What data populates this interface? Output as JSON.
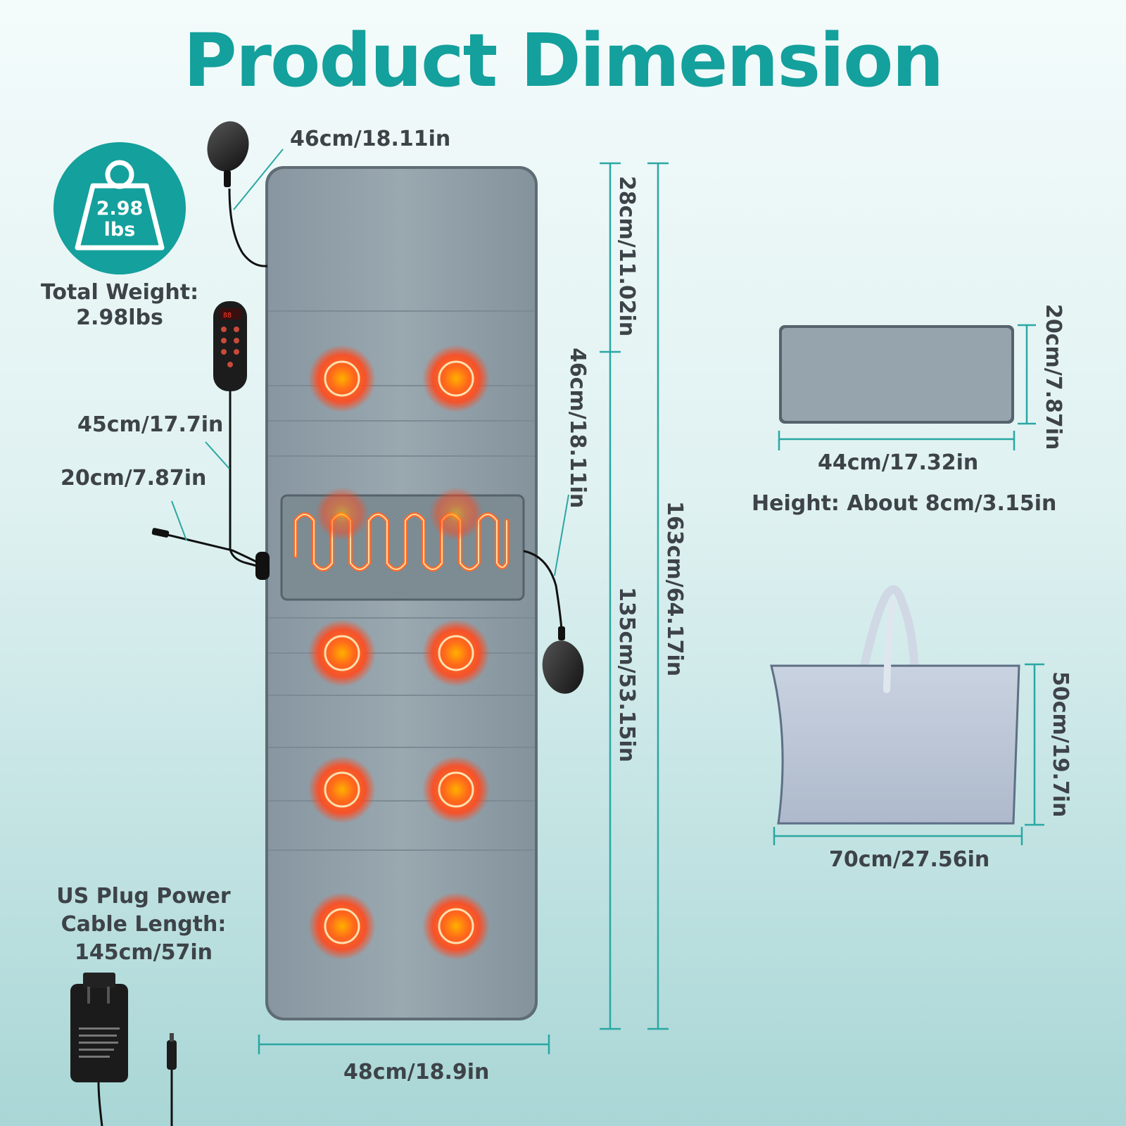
{
  "title": "Product Dimension",
  "weight_badge": {
    "line1": "2.98",
    "line2": "lbs"
  },
  "total_weight": {
    "line1": "Total Weight:",
    "line2": "2.98lbs"
  },
  "labels": {
    "pump_hose_top": "46cm/18.11in",
    "controller_cable": "45cm/17.7in",
    "power_lead": "20cm/7.87in",
    "mat_width": "48cm/18.9in",
    "head_section": "28cm/11.02in",
    "back_section": "46cm/18.11in",
    "lower_section": "135cm/53.15in",
    "total_length": "163cm/64.17in",
    "pillow_width": "44cm/17.32in",
    "pillow_height": "20cm/7.87in",
    "height_note": "Height: About 8cm/3.15in",
    "bag_width": "70cm/27.56in",
    "bag_height": "50cm/19.7in"
  },
  "power_cable": {
    "line1": "US Plug Power",
    "line2": "Cable Length:",
    "line3": "145cm/57in"
  },
  "colors": {
    "accent": "#14a09c",
    "text": "#3d4348",
    "mat": "#8f9ea6",
    "heat": "#ff4a1f",
    "dim_line": "#2aa7a3"
  }
}
